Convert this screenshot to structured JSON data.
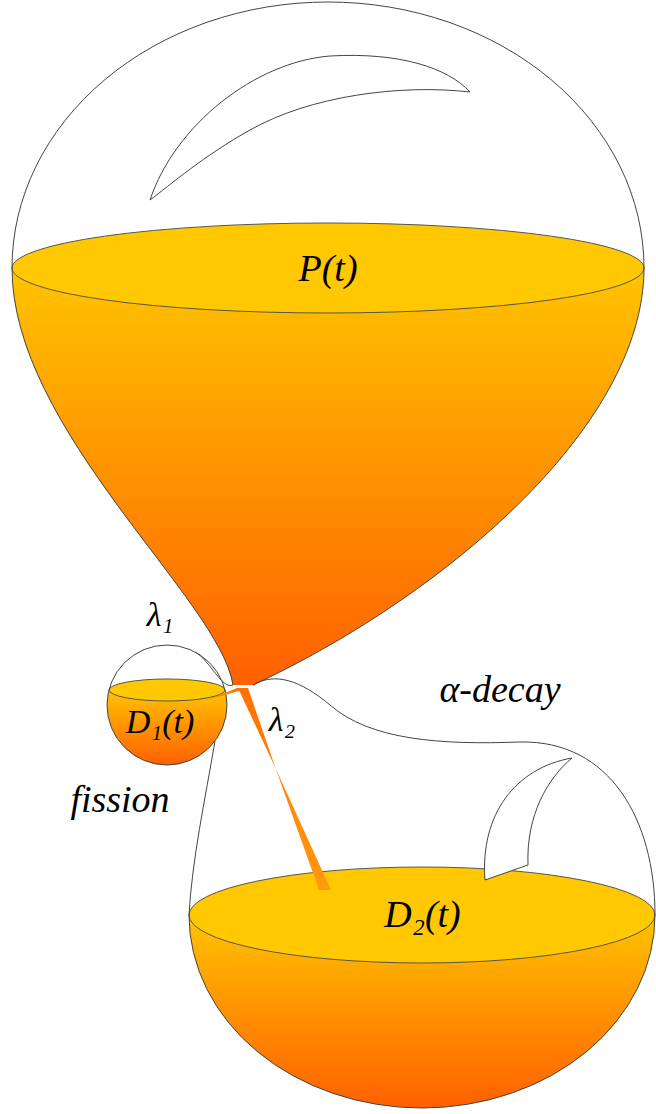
{
  "diagram": {
    "nodes": [
      {
        "text": [
          "P(t)"
        ]
      },
      {
        "text": [
          "D₁(t)"
        ]
      },
      {
        "text": [
          "D₂(t)"
        ]
      }
    ],
    "edges": [
      {
        "from": 0,
        "to": 1,
        "arrow": "none",
        "label": "λ₁"
      },
      {
        "from": 0,
        "to": 2,
        "arrow": "none",
        "label": "λ₂"
      }
    ],
    "labels": [
      "α-decay",
      "fission"
    ]
  }
}
